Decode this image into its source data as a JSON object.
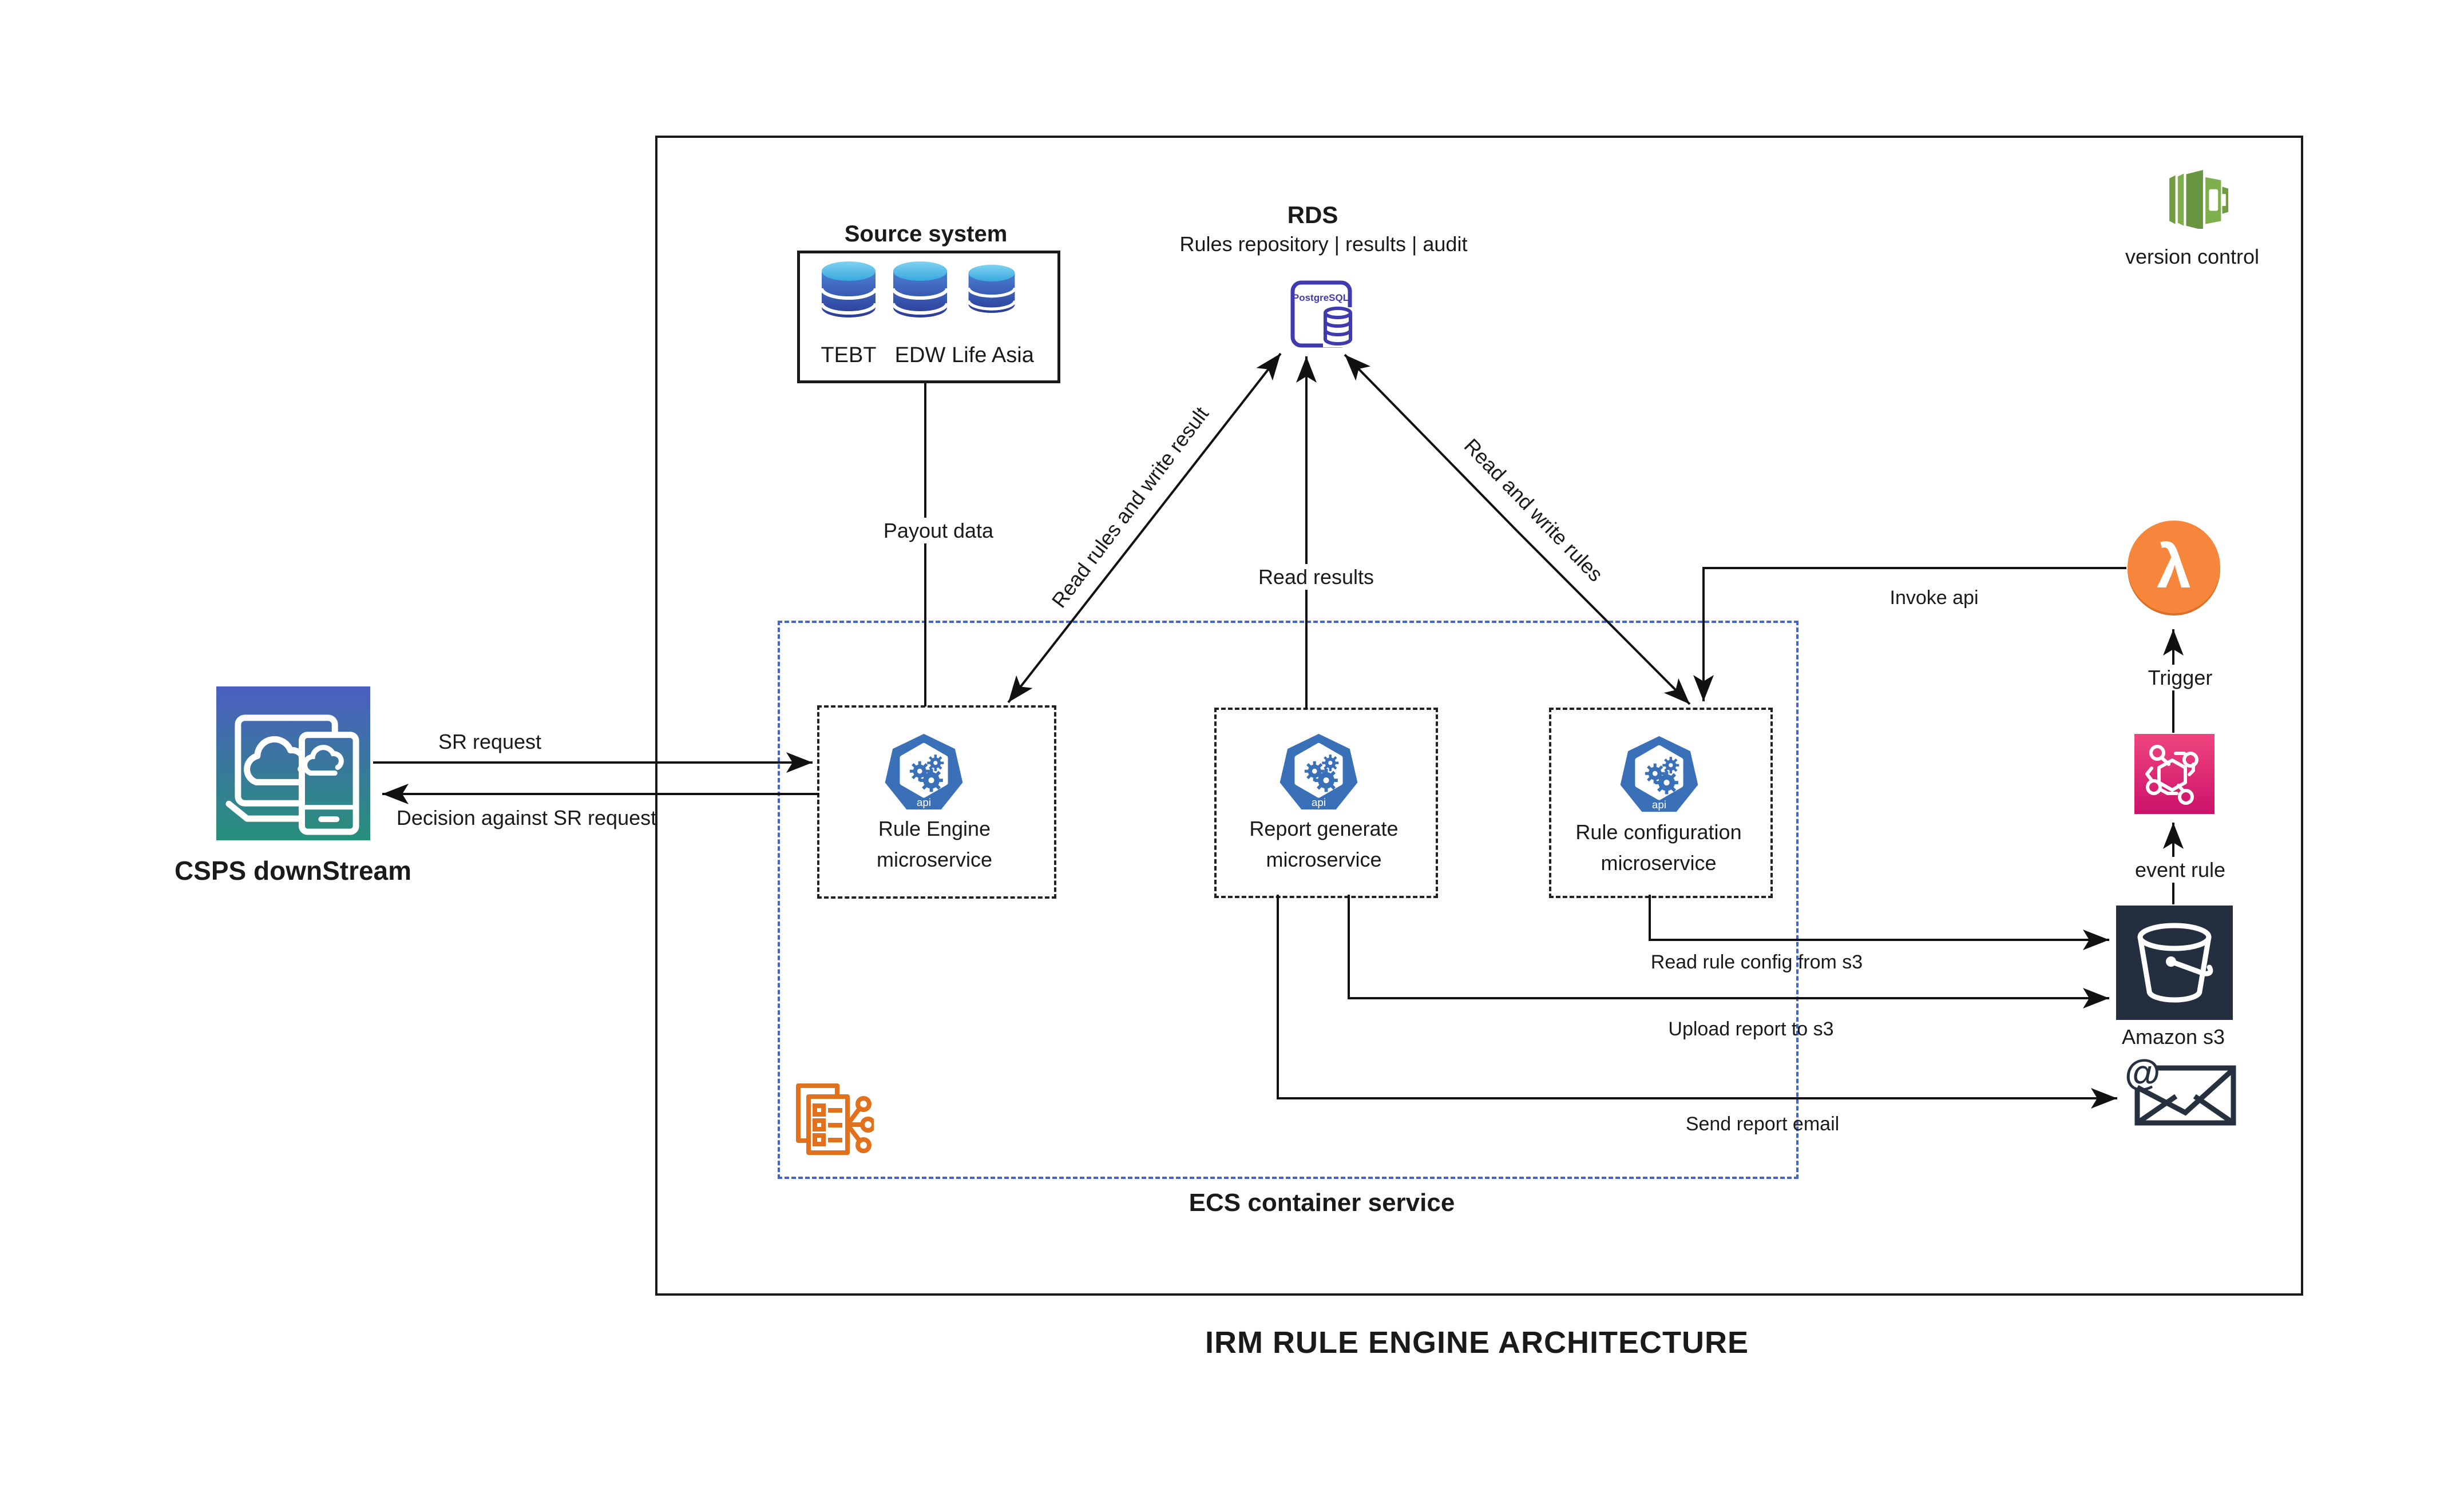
{
  "diagram_title": "IRM RULE ENGINE ARCHITECTURE",
  "source_system": {
    "title": "Source system",
    "databases": [
      {
        "name": "TEBT"
      },
      {
        "name": "EDW"
      },
      {
        "name": "Life Asia"
      }
    ]
  },
  "rds": {
    "title": "RDS",
    "subtitle": "Rules repository | results | audit",
    "engine": "PostgreSQL"
  },
  "version_control": {
    "label": "version control"
  },
  "csps": {
    "label": "CSPS downStream"
  },
  "ecs_cluster": {
    "label": "ECS container service"
  },
  "microservices": [
    {
      "name_line1": "Rule Engine",
      "name_line2": "microservice",
      "icon_label": "api"
    },
    {
      "name_line1": "Report generate",
      "name_line2": "microservice",
      "icon_label": "api"
    },
    {
      "name_line1": "Rule configuration",
      "name_line2": "microservice",
      "icon_label": "api"
    }
  ],
  "aws": {
    "lambda_symbol": "λ",
    "trigger_label": "Trigger",
    "event_rule_label": "event rule",
    "s3_label": "Amazon s3",
    "email_symbol": "@"
  },
  "flow_labels": {
    "payout_data": "Payout data",
    "sr_request": "SR request",
    "decision": "Decision against SR request",
    "read_rules_write_result": "Read rules and write result",
    "read_results": "Read results",
    "read_and_write_rules": "Read and write rules",
    "invoke_api": "Invoke api",
    "read_rule_config": "Read rule config from s3",
    "upload_report": "Upload report to s3",
    "send_report_email": "Send report email"
  },
  "colors": {
    "k8s_blue": "#3A70B8",
    "lambda_orange": "#F5863B",
    "event_pink_top": "#F0457F",
    "event_pink_bottom": "#CC116A",
    "s3_navy": "#232F3E",
    "email_navy": "#26303E",
    "codecommit_green": "#71A23F",
    "ecs_task_orange": "#E2711D",
    "postgres_purple": "#413AAE",
    "ecs_border_blue": "#4464C8",
    "db_blue_light": "#5BBCE8",
    "db_blue_dark": "#2B3C96",
    "csps_gradient_top": "#4C5EC1",
    "csps_gradient_bottom": "#27907A"
  }
}
